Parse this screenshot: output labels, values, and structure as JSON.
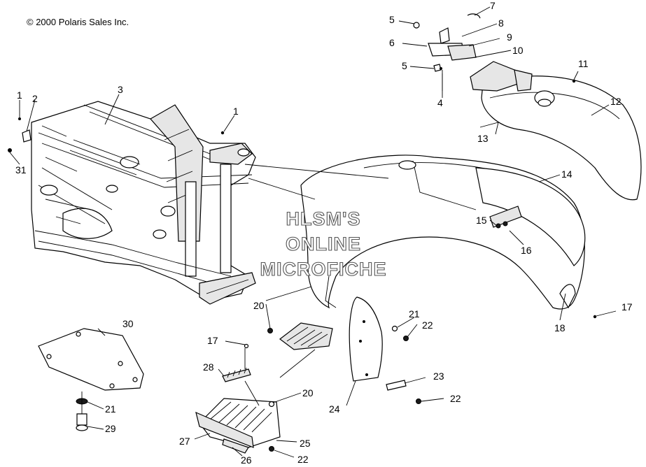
{
  "copyright": "© 2000 Polaris Sales Inc.",
  "watermark": [
    "HLSM'S",
    "ONLINE",
    "MICROFICHE"
  ],
  "callouts": {
    "c1a": "1",
    "c2": "2",
    "c3": "3",
    "c31": "31",
    "c1b": "1",
    "c5a": "5",
    "c6": "6",
    "c7": "7",
    "c8": "8",
    "c9": "9",
    "c10": "10",
    "c5b": "5",
    "c4": "4",
    "c11": "11",
    "c12": "12",
    "c13": "13",
    "c14": "14",
    "c15": "15",
    "c16": "16",
    "c17a": "17",
    "c18": "18",
    "c20a": "20",
    "c21a": "21",
    "c22a": "22",
    "c30": "30",
    "c17b": "17",
    "c28": "28",
    "c21b": "21",
    "c29": "29",
    "c20b": "20",
    "c23": "23",
    "c22b": "22",
    "c24": "24",
    "c27": "27",
    "c25": "25",
    "c26": "26",
    "c22c": "22"
  }
}
